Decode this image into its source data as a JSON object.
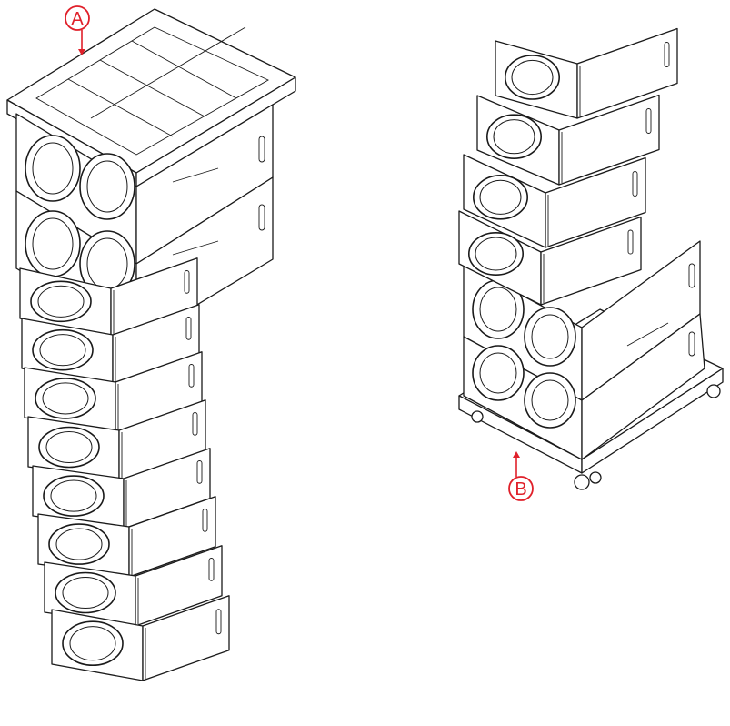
{
  "callouts": [
    {
      "id": "A",
      "label": "A"
    },
    {
      "id": "B",
      "label": "B"
    }
  ],
  "colors": {
    "callout": "#e0202a",
    "line": "#1a1a1a",
    "background": "#ffffff"
  }
}
